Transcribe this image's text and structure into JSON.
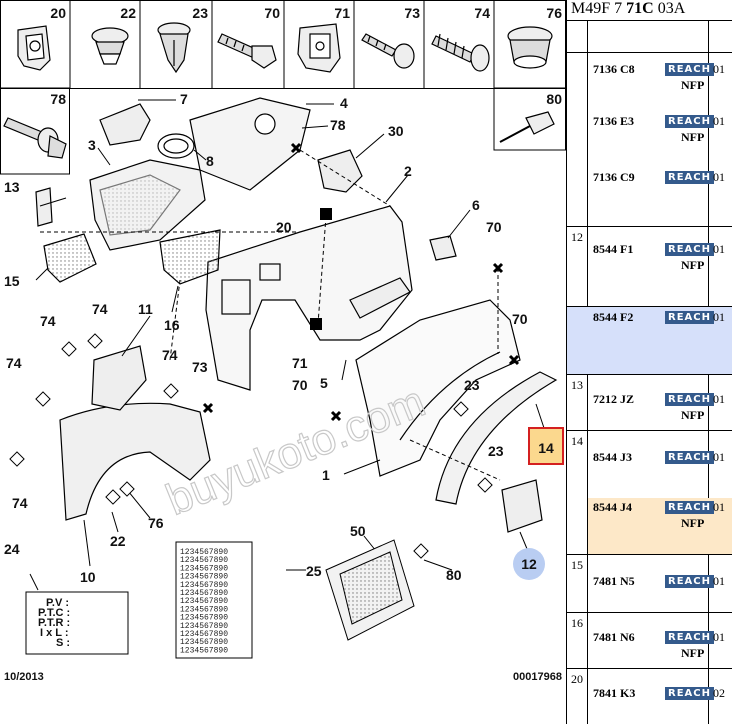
{
  "diagram": {
    "top_boxes": [
      {
        "num": "20",
        "icon": "clip-nut-icon"
      },
      {
        "num": "22",
        "icon": "push-rivet-icon"
      },
      {
        "num": "23",
        "icon": "expansion-rivet-icon"
      },
      {
        "num": "70",
        "icon": "bolt-icon"
      },
      {
        "num": "71",
        "icon": "spring-clip-icon"
      },
      {
        "num": "73",
        "icon": "screw-icon"
      },
      {
        "num": "74",
        "icon": "fir-tree-clip-icon"
      },
      {
        "num": "76",
        "icon": "plug-cap-icon"
      }
    ],
    "box_78": "78",
    "box_80": "80",
    "callouts": {
      "c1": "1",
      "c3": "3",
      "c4": "4",
      "c5": "5",
      "c6": "6",
      "c7": "7",
      "c8": "8",
      "c10": "10",
      "c11": "11",
      "c12": "12",
      "c13": "13",
      "c14": "14",
      "c15": "15",
      "c16": "16",
      "c20": "20",
      "c22": "22",
      "c23a": "23",
      "c23b": "23",
      "c24": "24",
      "c25": "25",
      "c30": "30",
      "c50": "50",
      "c70a": "70",
      "c70b": "70",
      "c70c": "70",
      "c71": "71",
      "c73": "73",
      "c74a": "74",
      "c74b": "74",
      "c74c": "74",
      "c74d": "74",
      "c74e": "74",
      "c76": "76",
      "c78": "78",
      "c80": "80",
      "c2": "2"
    },
    "label_plate": {
      "lines": [
        "P.V :",
        "P.T.C :",
        "P.T.R :",
        "I x L :",
        "S :"
      ]
    },
    "number_grid_row": "1234567890",
    "date": "10/2013",
    "code": "00017968",
    "watermark": "buyukoto.com"
  },
  "panel": {
    "title_prefix": "M49F 7 ",
    "title_bold": "71C",
    "title_suffix": " 03A",
    "reach_label": "REACH",
    "nfp_label": "NFP",
    "sections": [
      {
        "num": "",
        "items": [
          {
            "ref": "7136 C8",
            "qty": "01",
            "nfp": true
          },
          {
            "ref": "7136 E3",
            "qty": "01",
            "nfp": true
          },
          {
            "ref": "7136 C9",
            "qty": "01",
            "nfp": false
          }
        ]
      },
      {
        "num": "12",
        "items": [
          {
            "ref": "8544 F1",
            "qty": "01",
            "nfp": true
          },
          {
            "ref": "8544 F2",
            "qty": "01",
            "nfp": false
          }
        ]
      },
      {
        "num": "13",
        "items": [
          {
            "ref": "7212 JZ",
            "qty": "01",
            "nfp": true
          }
        ]
      },
      {
        "num": "14",
        "items": [
          {
            "ref": "8544 J3",
            "qty": "01",
            "nfp": false
          },
          {
            "ref": "8544 J4",
            "qty": "01",
            "nfp": true
          }
        ]
      },
      {
        "num": "15",
        "items": [
          {
            "ref": "7481 N5",
            "qty": "01",
            "nfp": false
          }
        ]
      },
      {
        "num": "16",
        "items": [
          {
            "ref": "7481 N6",
            "qty": "01",
            "nfp": true
          }
        ]
      },
      {
        "num": "20",
        "items": [
          {
            "ref": "7841 K3",
            "qty": "02",
            "nfp": false
          }
        ]
      }
    ],
    "colors": {
      "highlight_blue": "#d6e0fa",
      "highlight_orange": "#fde8c8",
      "reach_bg": "#345a8c",
      "callout_red": "#d42020",
      "callout_orange": "#fbd88e",
      "callout_blue": "#b9cdf2"
    }
  }
}
